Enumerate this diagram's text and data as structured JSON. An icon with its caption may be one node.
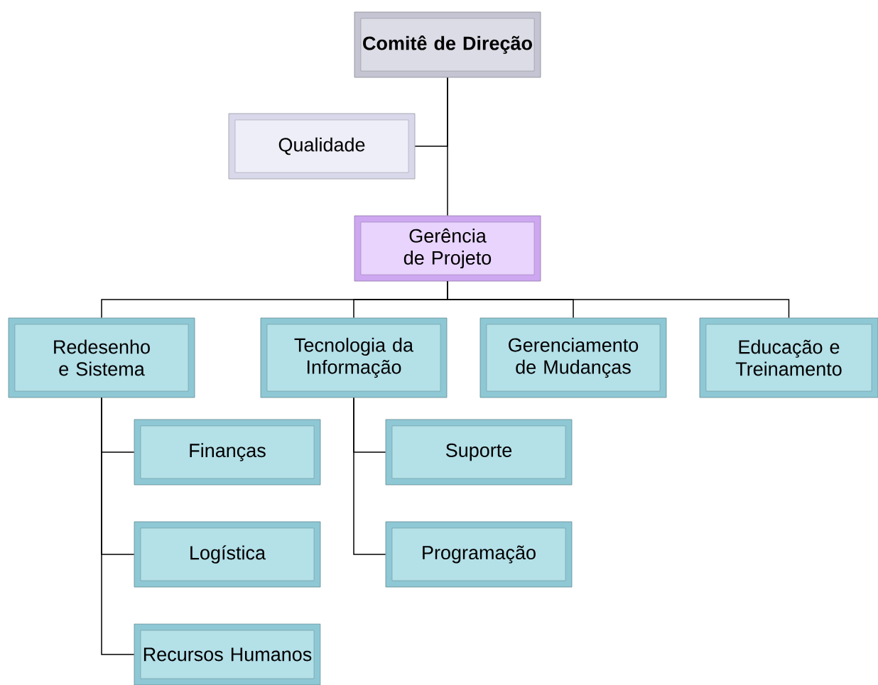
{
  "diagram": {
    "nodes": [
      {
        "text": [
          "**Comitê de Direção**"
        ]
      },
      {
        "text": [
          "Qualidade"
        ]
      },
      {
        "text": [
          "Gerência de Projeto"
        ]
      },
      {
        "text": [
          "Redesenho e Sistema"
        ]
      },
      {
        "text": [
          "Tecnologia da Informação"
        ]
      },
      {
        "text": [
          "Gerenciamento de Mudanças"
        ]
      },
      {
        "text": [
          "Educação e Treinamento"
        ]
      },
      {
        "text": [
          "Finanças"
        ]
      },
      {
        "text": [
          "Logística"
        ]
      },
      {
        "text": [
          "Recursos Humanos"
        ]
      },
      {
        "text": [
          "Suporte"
        ]
      },
      {
        "text": [
          "Programação"
        ]
      }
    ],
    "edges": [
      {
        "from": 0,
        "to": 1,
        "arrow": "none"
      },
      {
        "from": 0,
        "to": 2,
        "arrow": "none"
      },
      {
        "from": 2,
        "to": 3,
        "arrow": "none"
      },
      {
        "from": 2,
        "to": 4,
        "arrow": "none"
      },
      {
        "from": 2,
        "to": 5,
        "arrow": "none"
      },
      {
        "from": 2,
        "to": 6,
        "arrow": "none"
      },
      {
        "from": 3,
        "to": 7,
        "arrow": "none"
      },
      {
        "from": 3,
        "to": 8,
        "arrow": "none"
      },
      {
        "from": 3,
        "to": 9,
        "arrow": "none"
      },
      {
        "from": 4,
        "to": 10,
        "arrow": "none"
      },
      {
        "from": 4,
        "to": 11,
        "arrow": "none"
      }
    ]
  }
}
